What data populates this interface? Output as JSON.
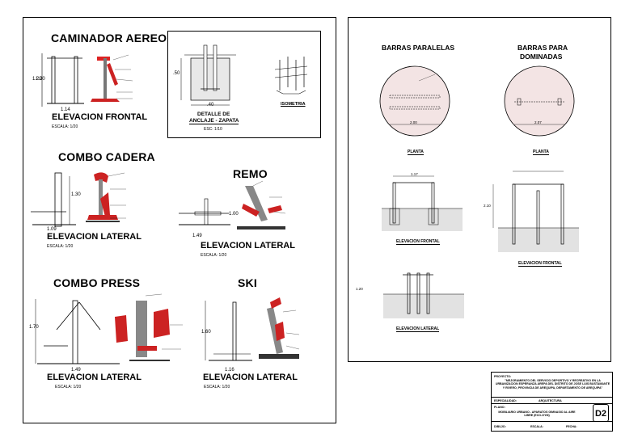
{
  "left_panel": {
    "caminador": {
      "title": "CAMINADOR AEREO",
      "view": "ELEVACION FRONTAL",
      "scale": "ESCALA: 1/20",
      "height_dim": "1.20",
      "width_dim": "1.14"
    },
    "detalle": {
      "title_line1": "DETALLE DE",
      "title_line2": "ANCLAJE - ZAPATA",
      "scale": "ESC: 1/10",
      "height_dim": ".50",
      "width_dim": ".40",
      "isometria": "ISOMETRIA"
    },
    "combo_cadera": {
      "title": "COMBO CADERA",
      "view": "ELEVACION LATERAL",
      "scale": "ESCALA: 1/20",
      "height_dim": "1.30",
      "width_dim": "1.09"
    },
    "remo": {
      "title": "REMO",
      "view": "ELEVACION LATERAL",
      "scale": "ESCALA: 1/20",
      "height_dim": "1.00",
      "width_dim": "1.49"
    },
    "combo_press": {
      "title": "COMBO PRESS",
      "view": "ELEVACION LATERAL",
      "scale": "ESCALA: 1/20",
      "height_dim": "1.70",
      "width_dim": "1.49"
    },
    "ski": {
      "title": "SKI",
      "view": "ELEVACION LATERAL",
      "scale": "ESCALA: 1/20",
      "height_dim": "1.60",
      "width_dim": "1.16"
    }
  },
  "right_panel": {
    "barras_paralelas": {
      "title": "BARRAS PARALELAS",
      "plan": "PLANTA",
      "elev": "ELEVACION FRONTAL",
      "elev_lateral": "ELEVACION LATERAL",
      "plan_dim": "2.00",
      "elev_dim": "1.17",
      "elev_height": "1.20"
    },
    "barras_dominadas": {
      "title_line1": "BARRAS PARA",
      "title_line2": "DOMINADAS",
      "plan": "PLANTA",
      "elev": "ELEVACION FRONTAL",
      "plan_dim": "2.07",
      "elev_height": "2.10"
    }
  },
  "title_block": {
    "proyecto_label": "PROYECTO:",
    "proyecto_text": "\"MEJORAMIENTO DEL SERVICIO DEPORTIVO Y RECREATIVO EN LA URBANIZACION ESPERANZA AREPA DEL DISTRITO DE JOSE LUIS BUSTAMANTE Y RIVERO, PROVINCIA DE AREQUIPA, DEPARTAMENTO DE AREQUIPA\"",
    "especialidad_label": "ESPECIALIDAD:",
    "especialidad_value": "ARQUITECTURA",
    "plano_label": "PLANO:",
    "plano_text": "MOBILIARIO URBANO - APARATOS GIMNASIO AL AIRE LIBRE (ECO-GYM)",
    "sheet_id": "D2",
    "dibujo_label": "DIBUJO:",
    "escala_label": "ESCALA:",
    "fecha_label": "FECHA:"
  }
}
